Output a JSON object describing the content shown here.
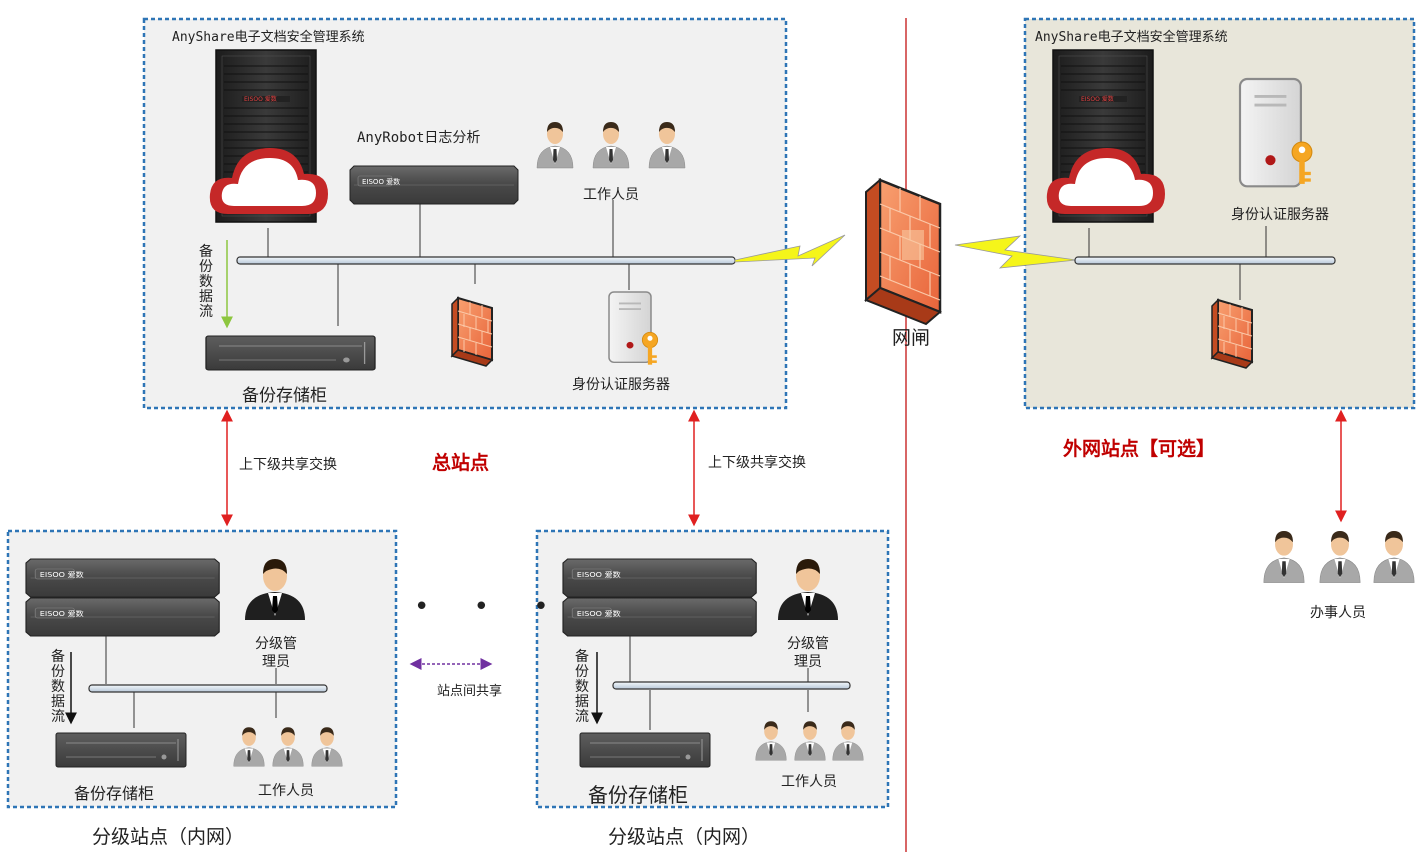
{
  "colors": {
    "site_border": "#2e75b6",
    "main_bg": "#f1f1f1",
    "outer_bg": "#e8e6da",
    "divider": "#cc3333",
    "red_arrow": "#e02020",
    "purple_arrow": "#7030a0",
    "green_arrow": "#8dc63f",
    "title_red": "#c00000",
    "bus": "#dde7f0",
    "bolt": "#f5f51a"
  },
  "main_site": {
    "system_title": "AnyShare电子文档安全管理系统",
    "anyrobot_label": "AnyRobot日志分析",
    "workers_label": "工作人员",
    "backup_flow_label": "备份数据流",
    "backup_storage_label": "备份存储柜",
    "auth_server_label": "身份认证服务器",
    "site_name": "总站点"
  },
  "gateway_label": "网闸",
  "outer_site": {
    "system_title": "AnyShare电子文档安全管理系统",
    "auth_server_label": "身份认证服务器",
    "site_name": "外网站点【可选】",
    "clerks_label": "办事人员"
  },
  "exchange_label_left": "上下级共享交换",
  "exchange_label_right": "上下级共享交换",
  "inter_site_label": "站点间共享",
  "ellipsis": "• • •",
  "branch_left": {
    "admin_label": "分级管理员",
    "backup_flow_label": "备份数据流",
    "backup_storage_label": "备份存储柜",
    "workers_label": "工作人员",
    "site_name": "分级站点（内网）"
  },
  "branch_right": {
    "admin_label": "分级管理员",
    "backup_flow_label": "备份数据流",
    "backup_storage_label": "备份存储柜",
    "workers_label": "工作人员",
    "site_name": "分级站点（内网）"
  },
  "icons": {
    "server_rack": "server-rack-icon",
    "cloud": "cloud-icon",
    "appliance": "appliance-icon",
    "person": "person-icon",
    "firewall": "firewall-icon",
    "auth_server": "server-key-icon",
    "storage": "storage-cabinet-icon"
  }
}
